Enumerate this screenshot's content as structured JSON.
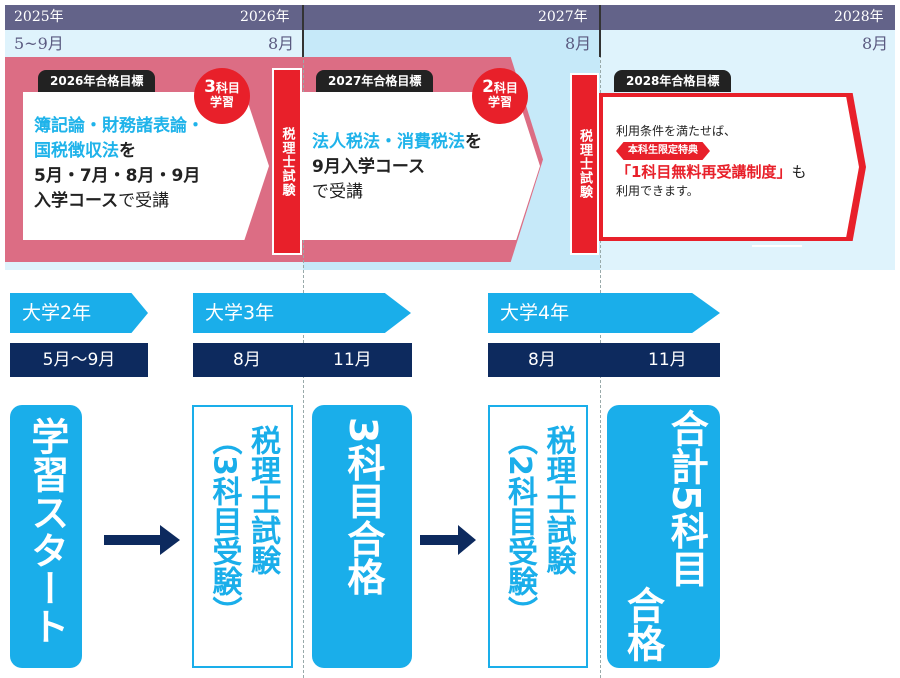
{
  "timeline": {
    "years": [
      "2025年",
      "2026年",
      "2027年",
      "2028年"
    ],
    "months": [
      "5~9月",
      "8月",
      "8月",
      "8月"
    ]
  },
  "cards": [
    {
      "tag": "2026年合格目標",
      "badge_num": "3",
      "badge_a": "科目",
      "badge_b": "学習",
      "hl1": "簿記論・財務諸表論・",
      "hl2": "国税徴収法",
      "t2": "を",
      "t3": "5月・7月・8月・9月",
      "t4a": "入学コース",
      "t4b": "で受講"
    },
    {
      "tag": "2027年合格目標",
      "badge_num": "2",
      "badge_a": "科目",
      "badge_b": "学習",
      "hl1": "法人税法・消費税法",
      "t1": "を",
      "t3": "9月入学コース",
      "t4b": "で受講"
    },
    {
      "tag": "2028年合格目標",
      "l1": "利用条件を満たせば、",
      "ribbon": "本科生限定特典",
      "red": "「1科目無料再受講制度」",
      "l3": "も",
      "l4": "利用できます。"
    }
  ],
  "exam_label": "税理士試験",
  "years_row": [
    {
      "label": "大学2年",
      "months": [
        "5月〜9月"
      ]
    },
    {
      "label": "大学3年",
      "months": [
        "8月",
        "11月"
      ]
    },
    {
      "label": "大学4年",
      "months": [
        "8月",
        "11月"
      ]
    }
  ],
  "steps": {
    "start": "学習スタート",
    "exam1_a": "税理士試験",
    "exam1_b": "（3科目受験）",
    "pass1": "3科目合格",
    "exam2_a": "税理士試験",
    "exam2_b": "（2科目受験）",
    "pass2_a": "合計5科目",
    "pass2_b": "合格"
  },
  "colors": {
    "accent": "#1aaeea",
    "navy": "#0d2a5e",
    "red": "#e8202a",
    "pink": "#dc6d84",
    "header": "#636389"
  }
}
